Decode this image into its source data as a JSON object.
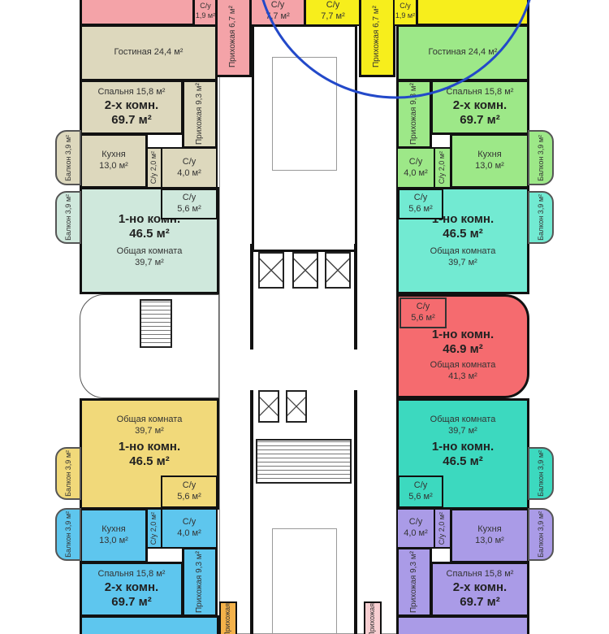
{
  "colors": {
    "pink": "#f4a3a8",
    "yellow": "#f7ee1c",
    "beige": "#ddd8bd",
    "green": "#9de888",
    "mint": "#cfe8dc",
    "aqua": "#72ead2",
    "red": "#f56b6f",
    "mustard": "#f1d97a",
    "turquoise": "#3cd9bf",
    "blue": "#5ec6ee",
    "purple": "#aa9be7",
    "highlight": "#2349c9"
  },
  "top": {
    "su_small_left": "С/у",
    "su_small_left_area": "1,9 м²",
    "su_pink": "С/у",
    "su_pink_area": "7,7 м²",
    "su_yellow": "С/у",
    "su_yellow_area": "7,7 м²",
    "su_small_right": "С/у",
    "su_small_right_area": "1,9 м²",
    "hall_left": "Прихожая 6,7 м²",
    "hall_right": "Прихожая 6,7 м²"
  },
  "apt_top_left": {
    "living": "Гостиная 24,4 м²",
    "bedroom": "Спальня 15,8 м²",
    "type": "2-х комн.",
    "area": "69.7 м²",
    "hall": "Прихожая 9,3 м²",
    "kitchen": "Кухня",
    "kitchen_area": "13,0 м²",
    "su_small": "С/у 2,0 м²",
    "su": "С/у",
    "su_area": "4,0 м²",
    "balcony": "Балкон 3,9 м²"
  },
  "apt_top_right": {
    "living": "Гостиная 24,4 м²",
    "bedroom": "Спальня 15,8 м²",
    "type": "2-х комн.",
    "area": "69.7 м²",
    "hall": "Прихожая 9,3 м²",
    "kitchen": "Кухня",
    "kitchen_area": "13,0 м²",
    "su_small": "С/у 2,0 м²",
    "su": "С/у",
    "su_area": "4,0 м²",
    "balcony": "Балкон 3,9 м²"
  },
  "apt_1_left": {
    "type": "1-но комн.",
    "area": "46.5 м²",
    "room": "Общая комната",
    "room_area": "39,7 м²",
    "su": "С/у",
    "su_area": "5,6 м²",
    "balcony": "Балкон 3,9 м²"
  },
  "apt_1_right": {
    "type": "1-но комн.",
    "area": "46.5 м²",
    "room": "Общая комната",
    "room_area": "39,7 м²",
    "su": "С/у",
    "su_area": "5,6 м²",
    "balcony": "Балкон 3,9 м²"
  },
  "apt_red": {
    "type": "1-но комн.",
    "area": "46.9 м²",
    "room": "Общая комната",
    "room_area": "41,3 м²",
    "su": "С/у",
    "su_area": "5,6 м²"
  },
  "apt_mustard": {
    "type": "1-но комн.",
    "area": "46.5 м²",
    "room": "Общая комната",
    "room_area": "39,7 м²",
    "su": "С/у",
    "su_area": "5,6 м²",
    "balcony": "Балкон 3,9 м²"
  },
  "apt_turq": {
    "type": "1-но комн.",
    "area": "46.5 м²",
    "room": "Общая комната",
    "room_area": "39,7 м²",
    "su": "С/у",
    "su_area": "5,6 м²",
    "balcony": "Балкон 3,9 м²"
  },
  "apt_blue": {
    "bedroom": "Спальня 15,8 м²",
    "type": "2-х комн.",
    "area": "69.7 м²",
    "hall": "Прихожая 9,3 м²",
    "kitchen": "Кухня",
    "kitchen_area": "13,0 м²",
    "su_small": "С/у 2,0 м²",
    "su": "С/у",
    "su_area": "4,0 м²",
    "balcony": "Балкон 3,9 м²"
  },
  "apt_purple": {
    "bedroom": "Спальня 15,8 м²",
    "type": "2-х комн.",
    "area": "69.7 м²",
    "hall": "Прихожая 9,3 м²",
    "kitchen": "Кухня",
    "kitchen_area": "13,0 м²",
    "su_small": "С/у 2,0 м²",
    "su": "С/у",
    "su_area": "4,0 м²",
    "balcony": "Балкон 3,9 м²"
  },
  "bottom": {
    "hall_left": "Прихожая",
    "hall_right": "Прихожая"
  }
}
